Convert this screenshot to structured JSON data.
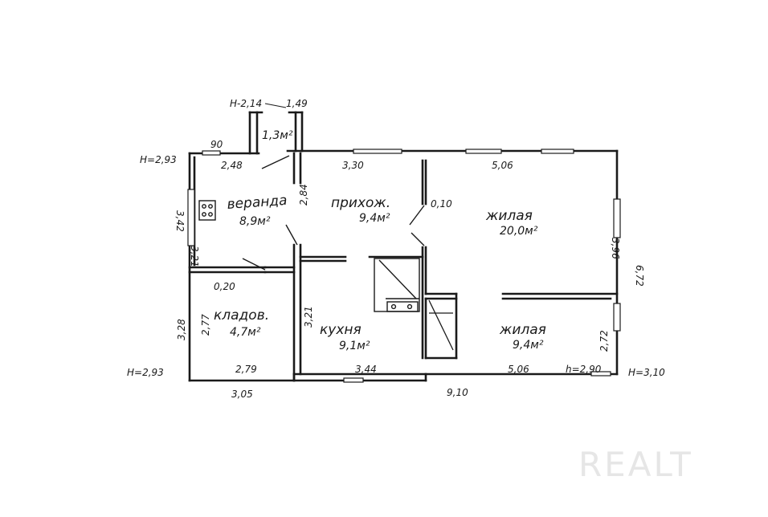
{
  "rooms": {
    "veranda": {
      "name": "веранда",
      "area": "8,9м²"
    },
    "hall": {
      "name": "прихож.",
      "area": "9,4м²"
    },
    "living_big": {
      "name": "жилая",
      "area": "20,0м²"
    },
    "storage": {
      "name": "кладов.",
      "area": "4,7м²"
    },
    "kitchen": {
      "name": "кухня",
      "area": "9,1м²"
    },
    "living_small": {
      "name": "жилая",
      "area": "9,4м²"
    },
    "porch": {
      "area": "1,3м²"
    }
  },
  "dims": {
    "porch_width": "1,49",
    "door_left": "90",
    "veranda_top": "2,48",
    "veranda_height": "3,42",
    "veranda_height_inner": "3,21",
    "hall_top": "3,30",
    "hall_height": "2,84",
    "living_top": "5,06",
    "partition": "0,10",
    "living_height": "3,96",
    "total_height": "6,72",
    "storage_offset": "0,20",
    "storage_height_outer": "3,28",
    "storage_height_inner": "2,77",
    "storage_bottom": "2,79",
    "kitchen_height": "3,21",
    "kitchen_bottom": "3,44",
    "living_small_bottom": "5,06",
    "living_small_height": "2,72",
    "h_inner": "h=2,90",
    "total_left": "3,05",
    "total_right": "9,10"
  },
  "heights": {
    "porch": "Н-2,14",
    "top_left": "Н=2,93",
    "bottom_left": "Н=2,93",
    "bottom_right": "Н=3,10"
  },
  "watermark": "REALT",
  "colors": {
    "ink": "#1a1a1a",
    "paper": "#ffffff",
    "watermark": "#e6e6e6"
  }
}
